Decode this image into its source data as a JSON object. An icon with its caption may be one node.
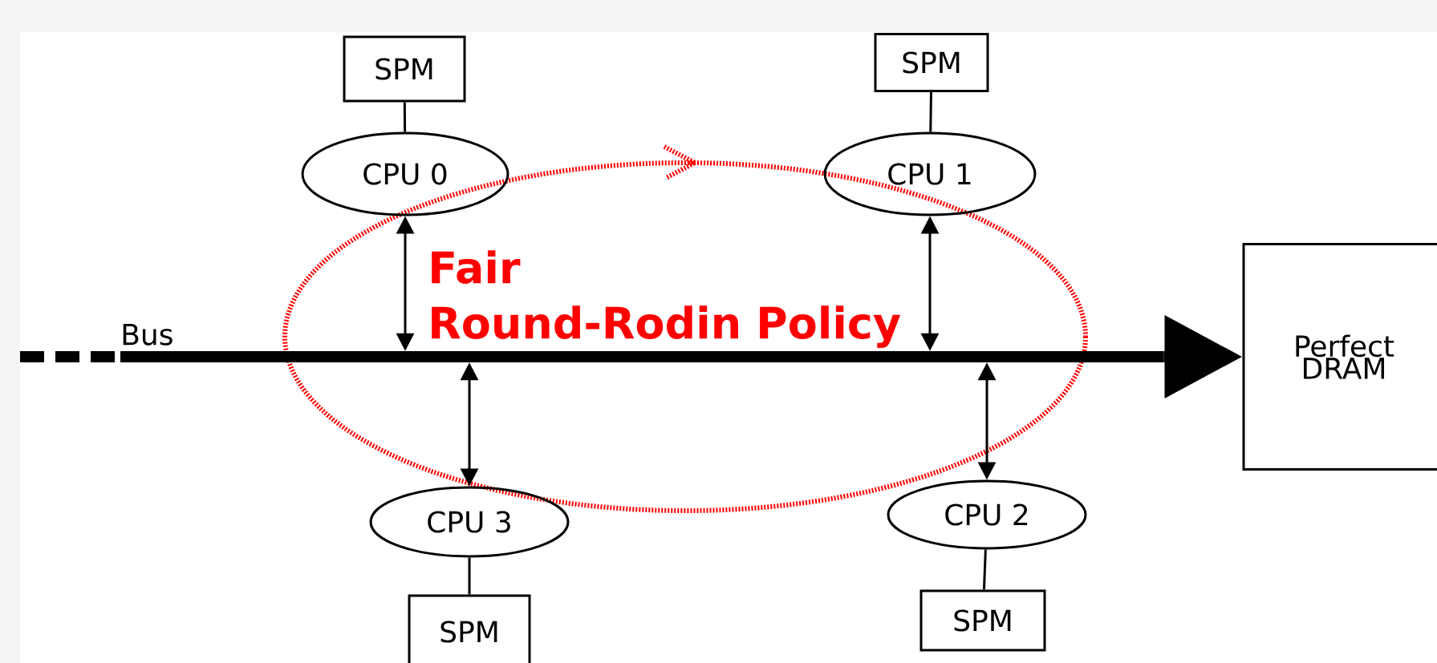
{
  "diagram": {
    "nodes": [
      {
        "text": [
          "SPM"
        ]
      },
      {
        "text": [
          "CPU 0"
        ]
      },
      {
        "text": [
          "SPM"
        ]
      },
      {
        "text": [
          "CPU 1"
        ]
      },
      {
        "text": [
          "Bus"
        ]
      },
      {
        "text": [
          "Perfect DRAM"
        ]
      },
      {
        "text": [
          "CPU 3"
        ]
      },
      {
        "text": [
          "CPU 2"
        ]
      },
      {
        "text": [
          "SPM"
        ]
      },
      {
        "text": [
          "SPM"
        ]
      }
    ],
    "edges": [
      {
        "from": 0,
        "to": 1,
        "arrow": "none"
      },
      {
        "from": 2,
        "to": 3,
        "arrow": "none"
      },
      {
        "from": 1,
        "to": 4,
        "arrow": "both"
      },
      {
        "from": 3,
        "to": 4,
        "arrow": "both"
      },
      {
        "from": 4,
        "to": 6,
        "arrow": "both"
      },
      {
        "from": 4,
        "to": 7,
        "arrow": "both"
      },
      {
        "from": 6,
        "to": 8,
        "arrow": "none"
      },
      {
        "from": 7,
        "to": 9,
        "arrow": "none"
      },
      {
        "from": 4,
        "to": 5,
        "arrow": "to",
        "style": "thick"
      }
    ],
    "labels": [
      "Fair Round-Rodin Policy"
    ]
  }
}
